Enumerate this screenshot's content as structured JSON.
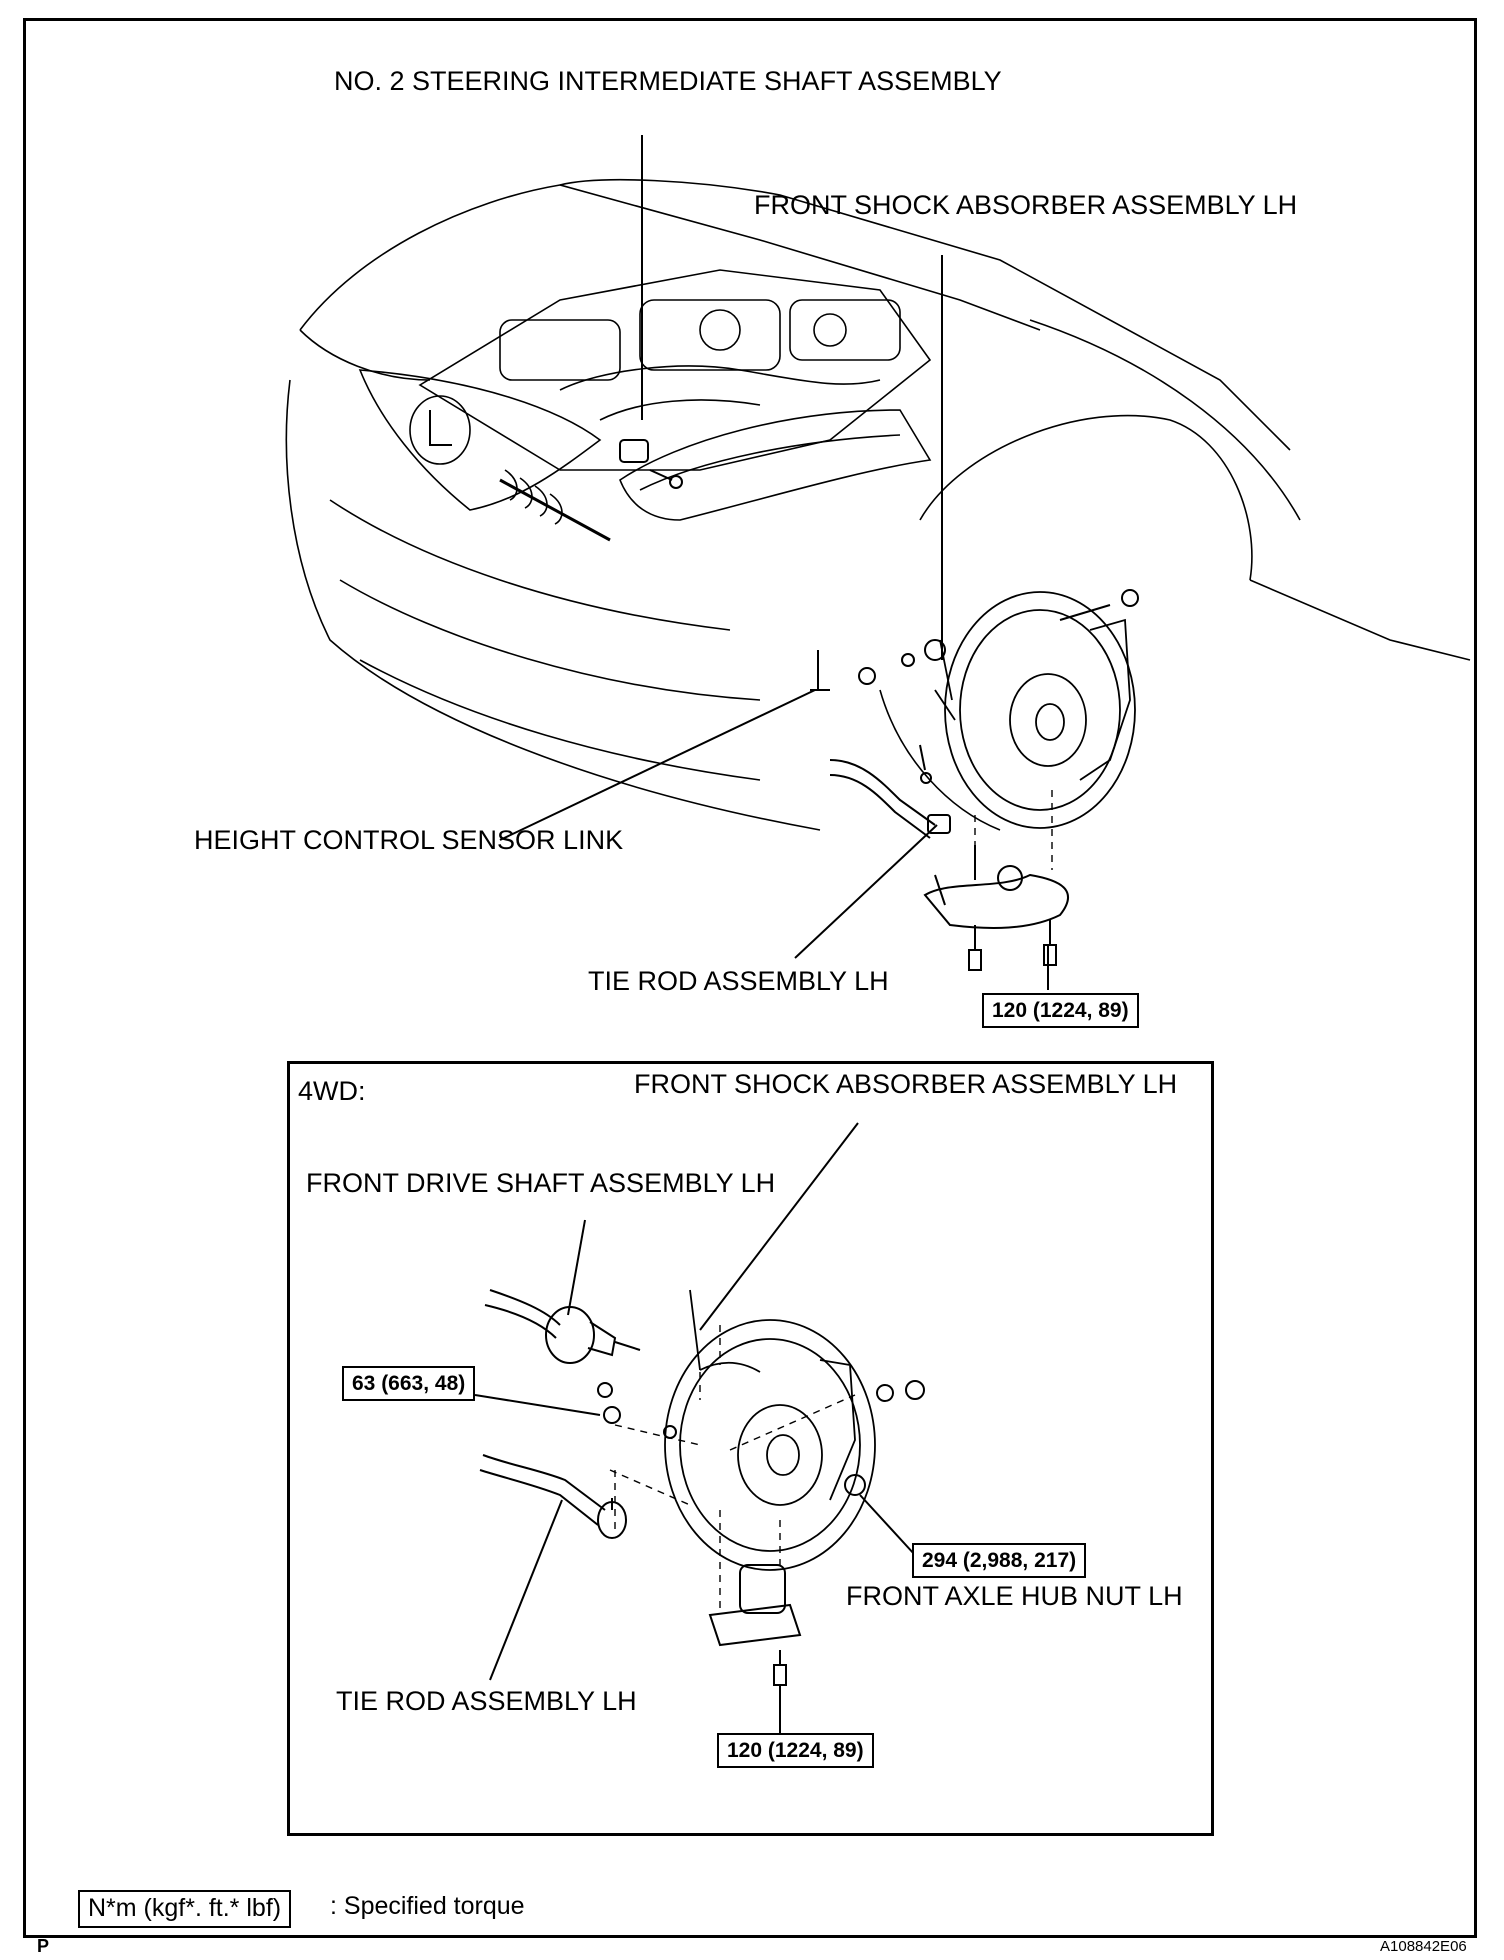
{
  "labels": {
    "steering_shaft": "NO. 2 STEERING INTERMEDIATE SHAFT ASSEMBLY",
    "shock_absorber_main": "FRONT SHOCK ABSORBER ASSEMBLY LH",
    "height_sensor_link": "HEIGHT CONTROL SENSOR LINK",
    "tie_rod_main": "TIE ROD ASSEMBLY LH",
    "inset_title": "4WD:",
    "shock_absorber_inset": "FRONT SHOCK ABSORBER ASSEMBLY LH",
    "drive_shaft": "FRONT DRIVE SHAFT ASSEMBLY LH",
    "axle_hub_nut": "FRONT AXLE HUB NUT LH",
    "tie_rod_inset": "TIE ROD ASSEMBLY LH"
  },
  "torques": {
    "lower_arm_main": "120 (1224, 89)",
    "tie_rod_nut_inset": "63 (663, 48)",
    "hub_nut": "294 (2,988, 217)",
    "lower_arm_inset": "120 (1224, 89)"
  },
  "legend": {
    "units": "N*m (kgf*. ft.* lbf)",
    "description": ": Specified torque"
  },
  "footer": {
    "letter": "P",
    "figure_id": "A108842E06"
  }
}
